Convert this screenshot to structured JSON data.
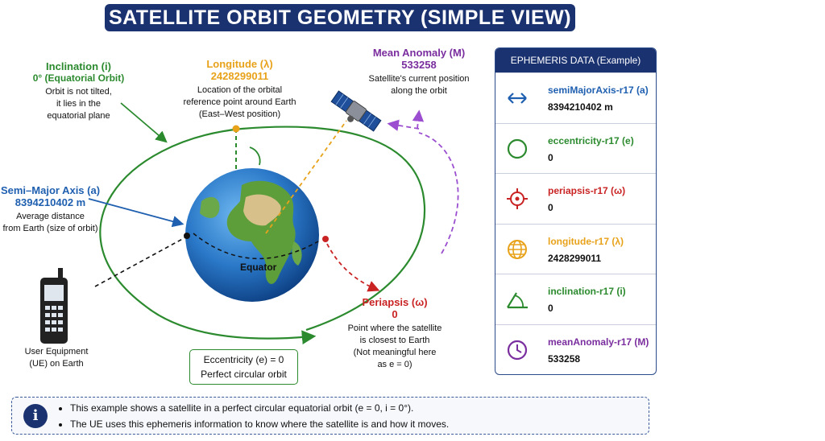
{
  "title": "SATELLITE ORBIT GEOMETRY (SIMPLE VIEW)",
  "inclination": {
    "title": "Inclination (i)",
    "value": "0° (Equatorial Orbit)",
    "desc1": "Orbit is not tilted,",
    "desc2": "it lies in the",
    "desc3": "equatorial plane"
  },
  "longitude": {
    "title": "Longitude (λ)",
    "value": "2428299011",
    "desc1": "Location of the orbital",
    "desc2": "reference point around Earth",
    "desc3": "(East–West position)"
  },
  "mean_anomaly": {
    "title": "Mean Anomaly (M)",
    "value": "533258",
    "desc1": "Satellite's current position",
    "desc2": "along the orbit"
  },
  "semi_major": {
    "title": "Semi–Major Axis (a)",
    "value": "8394210402 m",
    "desc1": "Average distance",
    "desc2": "from Earth (size of orbit)"
  },
  "equator_label": "Equator",
  "periapsis": {
    "title": "Periapsis (ω)",
    "value": "0",
    "desc1": "Point where the satellite",
    "desc2": "is closest to Earth",
    "desc3": "(Not meaningful here",
    "desc4": "as e = 0)"
  },
  "eccentricity_box": {
    "line1": "Eccentricity (e) = 0",
    "line2": "Perfect circular orbit"
  },
  "ue": {
    "line1": "User Equipment",
    "line2": "(UE) on Earth"
  },
  "ephemeris": {
    "header": "EPHEMERIS DATA (Example)",
    "rows": [
      {
        "name": "semiMajorAxis-r17 (a)",
        "value": "8394210402 m",
        "icon": "double-arrow-icon",
        "color": "#1f5fb0"
      },
      {
        "name": "eccentricity-r17 (e)",
        "value": "0",
        "icon": "circle-icon",
        "color": "#2b8a2e"
      },
      {
        "name": "periapsis-r17 (ω)",
        "value": "0",
        "icon": "target-icon",
        "color": "#c92323"
      },
      {
        "name": "longitude-r17 (λ)",
        "value": "2428299011",
        "icon": "globe-icon",
        "color": "#e8a21a"
      },
      {
        "name": "inclination-r17 (i)",
        "value": "0",
        "icon": "angle-icon",
        "color": "#2b8a2e"
      },
      {
        "name": "meanAnomaly-r17 (M)",
        "value": "533258",
        "icon": "clock-icon",
        "color": "#7a2d9e"
      }
    ]
  },
  "info": {
    "line1": "This example shows a satellite in a perfect circular equatorial orbit (e = 0, i = 0°).",
    "line2": "The UE uses this ephemeris information to know where the satellite is and how it moves."
  }
}
